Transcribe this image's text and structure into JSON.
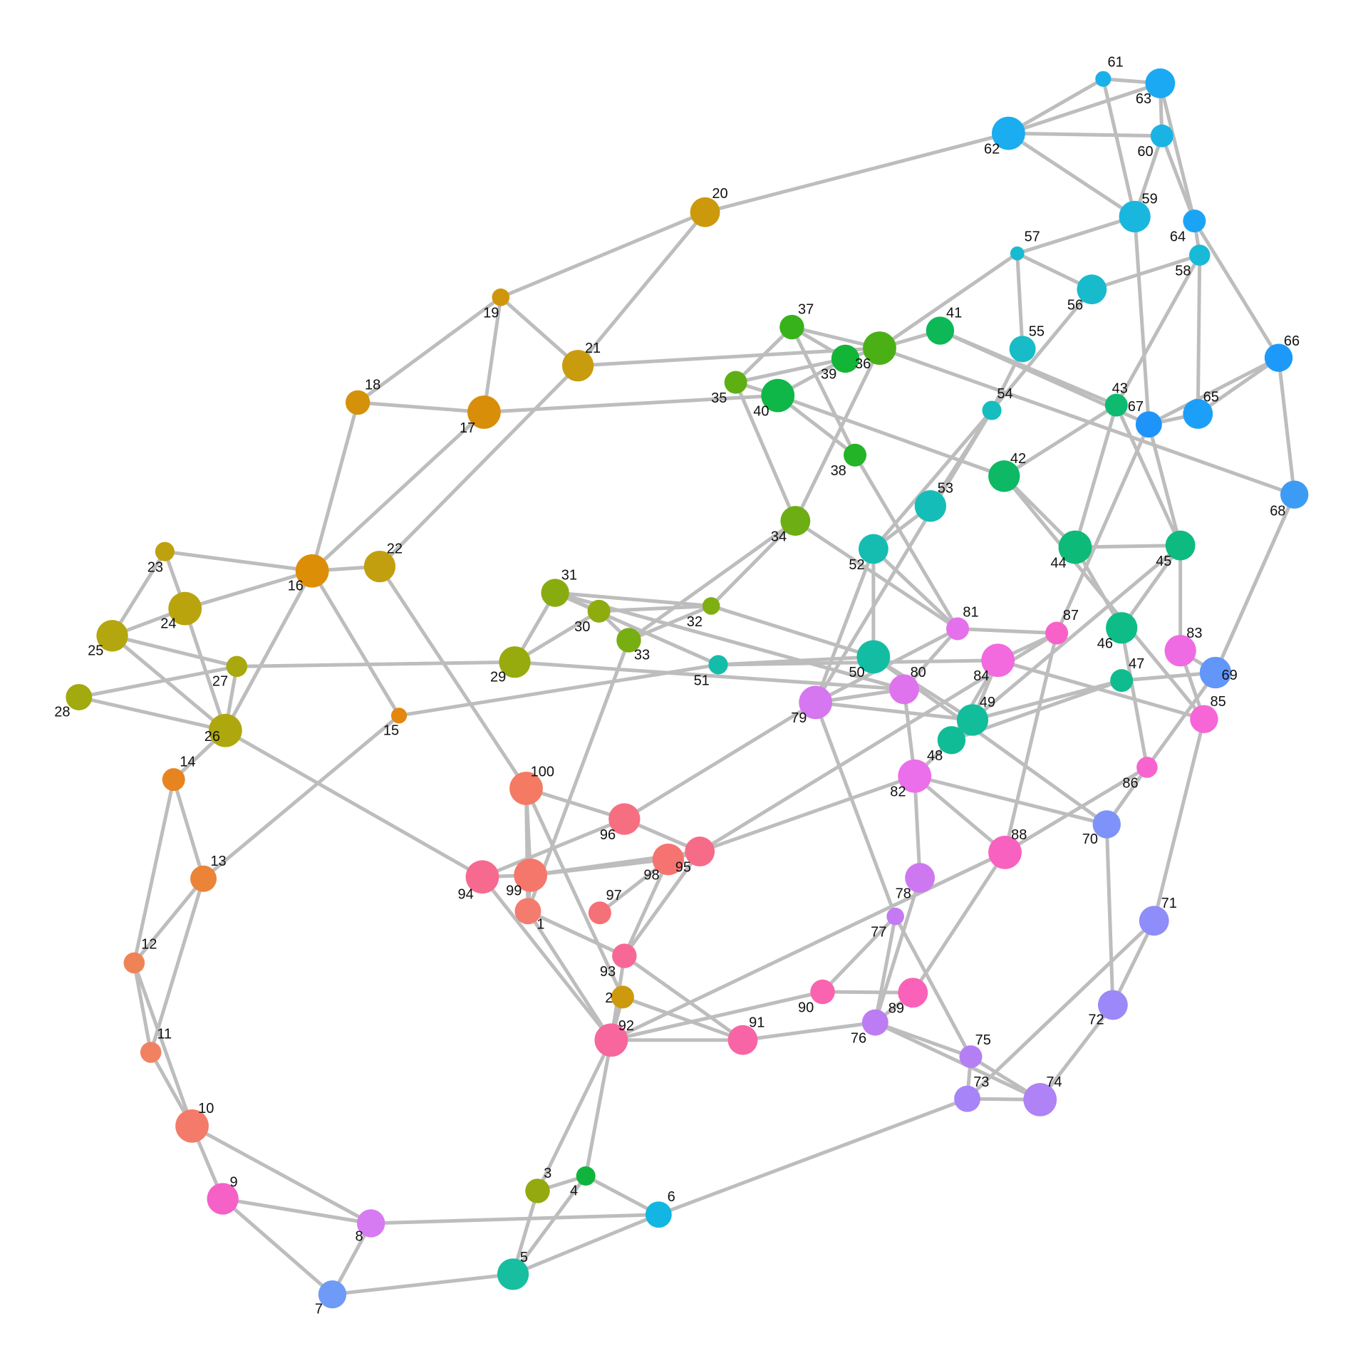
{
  "graph": {
    "nodes": [
      {
        "id": "1",
        "label": "1",
        "color": "#F47C6E"
      },
      {
        "id": "2",
        "label": "2",
        "color": "#CC9A0C"
      },
      {
        "id": "3",
        "label": "3",
        "color": "#93A90E"
      },
      {
        "id": "4",
        "label": "4",
        "color": "#10B43C"
      },
      {
        "id": "5",
        "label": "5",
        "color": "#17BFA0"
      },
      {
        "id": "6",
        "label": "6",
        "color": "#13B6E3"
      },
      {
        "id": "7",
        "label": "7",
        "color": "#6E9BF8"
      },
      {
        "id": "8",
        "label": "8",
        "color": "#D77BF3"
      },
      {
        "id": "9",
        "label": "9",
        "color": "#F561C7"
      },
      {
        "id": "10",
        "label": "10",
        "color": "#F47B6A"
      },
      {
        "id": "11",
        "label": "11",
        "color": "#F08261"
      },
      {
        "id": "12",
        "label": "12",
        "color": "#EE8456"
      },
      {
        "id": "13",
        "label": "13",
        "color": "#EB8338"
      },
      {
        "id": "14",
        "label": "14",
        "color": "#E8841F"
      },
      {
        "id": "15",
        "label": "15",
        "color": "#E4870E"
      },
      {
        "id": "16",
        "label": "16",
        "color": "#DD8E07"
      },
      {
        "id": "17",
        "label": "17",
        "color": "#D98E0A"
      },
      {
        "id": "18",
        "label": "18",
        "color": "#D4920A"
      },
      {
        "id": "19",
        "label": "19",
        "color": "#D0960B"
      },
      {
        "id": "20",
        "label": "20",
        "color": "#CC990C"
      },
      {
        "id": "21",
        "label": "21",
        "color": "#C89C0D"
      },
      {
        "id": "22",
        "label": "22",
        "color": "#C29F0E"
      },
      {
        "id": "23",
        "label": "23",
        "color": "#BEA10E"
      },
      {
        "id": "24",
        "label": "24",
        "color": "#B9A40E"
      },
      {
        "id": "25",
        "label": "25",
        "color": "#B3A60E"
      },
      {
        "id": "26",
        "label": "26",
        "color": "#AEA80E"
      },
      {
        "id": "27",
        "label": "27",
        "color": "#A7A90E"
      },
      {
        "id": "28",
        "label": "28",
        "color": "#A2AA0E"
      },
      {
        "id": "29",
        "label": "29",
        "color": "#97AB0F"
      },
      {
        "id": "30",
        "label": "30",
        "color": "#8FAC0F"
      },
      {
        "id": "31",
        "label": "31",
        "color": "#88AC10"
      },
      {
        "id": "32",
        "label": "32",
        "color": "#7FAE10"
      },
      {
        "id": "33",
        "label": "33",
        "color": "#77AE12"
      },
      {
        "id": "34",
        "label": "34",
        "color": "#6CAE14"
      },
      {
        "id": "35",
        "label": "35",
        "color": "#5EAF14"
      },
      {
        "id": "36",
        "label": "36",
        "color": "#4BB016"
      },
      {
        "id": "37",
        "label": "37",
        "color": "#38B21B"
      },
      {
        "id": "38",
        "label": "38",
        "color": "#23B428"
      },
      {
        "id": "39",
        "label": "39",
        "color": "#13B537"
      },
      {
        "id": "40",
        "label": "40",
        "color": "#0EB747"
      },
      {
        "id": "41",
        "label": "41",
        "color": "#0DB856"
      },
      {
        "id": "42",
        "label": "42",
        "color": "#0DB964"
      },
      {
        "id": "43",
        "label": "43",
        "color": "#0DBA6F"
      },
      {
        "id": "44",
        "label": "44",
        "color": "#0DBA78"
      },
      {
        "id": "45",
        "label": "45",
        "color": "#0DBB80"
      },
      {
        "id": "46",
        "label": "46",
        "color": "#0EBC88"
      },
      {
        "id": "47",
        "label": "47",
        "color": "#0FBC8F"
      },
      {
        "id": "48",
        "label": "48",
        "color": "#10BC96"
      },
      {
        "id": "49",
        "label": "49",
        "color": "#12BD9C"
      },
      {
        "id": "50",
        "label": "50",
        "color": "#13BDA3"
      },
      {
        "id": "51",
        "label": "51",
        "color": "#14BDAA"
      },
      {
        "id": "52",
        "label": "52",
        "color": "#15BDB1"
      },
      {
        "id": "53",
        "label": "53",
        "color": "#15BDB8"
      },
      {
        "id": "54",
        "label": "54",
        "color": "#16BDBF"
      },
      {
        "id": "55",
        "label": "55",
        "color": "#17BCC6"
      },
      {
        "id": "56",
        "label": "56",
        "color": "#18BBCC"
      },
      {
        "id": "57",
        "label": "57",
        "color": "#18BAD2"
      },
      {
        "id": "58",
        "label": "58",
        "color": "#19B9D8"
      },
      {
        "id": "59",
        "label": "59",
        "color": "#19B7DE"
      },
      {
        "id": "60",
        "label": "60",
        "color": "#1AB4E4"
      },
      {
        "id": "61",
        "label": "61",
        "color": "#1AB1EA"
      },
      {
        "id": "62",
        "label": "62",
        "color": "#1AADEF"
      },
      {
        "id": "63",
        "label": "63",
        "color": "#1BA9F3"
      },
      {
        "id": "64",
        "label": "64",
        "color": "#1BA4F6"
      },
      {
        "id": "65",
        "label": "65",
        "color": "#1C9FF8"
      },
      {
        "id": "66",
        "label": "66",
        "color": "#1D99FA"
      },
      {
        "id": "67",
        "label": "67",
        "color": "#1E94FB"
      },
      {
        "id": "68",
        "label": "68",
        "color": "#3C9CF5"
      },
      {
        "id": "69",
        "label": "69",
        "color": "#6296F8"
      },
      {
        "id": "70",
        "label": "70",
        "color": "#7E93F9"
      },
      {
        "id": "71",
        "label": "71",
        "color": "#8E8DF9"
      },
      {
        "id": "72",
        "label": "72",
        "color": "#9C88F8"
      },
      {
        "id": "73",
        "label": "73",
        "color": "#A784F8"
      },
      {
        "id": "74",
        "label": "74",
        "color": "#AF82F5"
      },
      {
        "id": "75",
        "label": "75",
        "color": "#B57FF4"
      },
      {
        "id": "76",
        "label": "76",
        "color": "#BC7DF4"
      },
      {
        "id": "77",
        "label": "77",
        "color": "#C47AF3"
      },
      {
        "id": "78",
        "label": "78",
        "color": "#CD78F1"
      },
      {
        "id": "79",
        "label": "79",
        "color": "#D676F0"
      },
      {
        "id": "80",
        "label": "80",
        "color": "#DF73EE"
      },
      {
        "id": "81",
        "label": "81",
        "color": "#E570EC"
      },
      {
        "id": "82",
        "label": "82",
        "color": "#EB6EEA"
      },
      {
        "id": "83",
        "label": "83",
        "color": "#EF6BE3"
      },
      {
        "id": "84",
        "label": "84",
        "color": "#F369DE"
      },
      {
        "id": "85",
        "label": "85",
        "color": "#F666D7"
      },
      {
        "id": "86",
        "label": "86",
        "color": "#F764CF"
      },
      {
        "id": "87",
        "label": "87",
        "color": "#F862C8"
      },
      {
        "id": "88",
        "label": "88",
        "color": "#F961C0"
      },
      {
        "id": "89",
        "label": "89",
        "color": "#F962B8"
      },
      {
        "id": "90",
        "label": "90",
        "color": "#F963B0"
      },
      {
        "id": "91",
        "label": "91",
        "color": "#F865A7"
      },
      {
        "id": "92",
        "label": "92",
        "color": "#F8669E"
      },
      {
        "id": "93",
        "label": "93",
        "color": "#F76897"
      },
      {
        "id": "94",
        "label": "94",
        "color": "#F76A8F"
      },
      {
        "id": "95",
        "label": "95",
        "color": "#F66C88"
      },
      {
        "id": "96",
        "label": "96",
        "color": "#F66F80"
      },
      {
        "id": "97",
        "label": "97",
        "color": "#F57178"
      },
      {
        "id": "98",
        "label": "98",
        "color": "#F57471"
      },
      {
        "id": "99",
        "label": "99",
        "color": "#F5776B"
      },
      {
        "id": "100",
        "label": "100",
        "color": "#F47A63"
      }
    ],
    "edges": [
      [
        "62",
        "61"
      ],
      [
        "62",
        "63"
      ],
      [
        "62",
        "60"
      ],
      [
        "62",
        "59"
      ],
      [
        "62",
        "20"
      ],
      [
        "61",
        "63"
      ],
      [
        "61",
        "59"
      ],
      [
        "63",
        "60"
      ],
      [
        "63",
        "64"
      ],
      [
        "60",
        "64"
      ],
      [
        "60",
        "59"
      ],
      [
        "64",
        "58"
      ],
      [
        "64",
        "66"
      ],
      [
        "58",
        "56"
      ],
      [
        "58",
        "43"
      ],
      [
        "58",
        "65"
      ],
      [
        "59",
        "57"
      ],
      [
        "59",
        "67"
      ],
      [
        "57",
        "55"
      ],
      [
        "57",
        "56"
      ],
      [
        "57",
        "36"
      ],
      [
        "56",
        "54"
      ],
      [
        "55",
        "54"
      ],
      [
        "54",
        "53"
      ],
      [
        "54",
        "52"
      ],
      [
        "54",
        "79"
      ],
      [
        "53",
        "52"
      ],
      [
        "66",
        "65"
      ],
      [
        "66",
        "67"
      ],
      [
        "66",
        "68"
      ],
      [
        "65",
        "67"
      ],
      [
        "68",
        "36"
      ],
      [
        "68",
        "69"
      ],
      [
        "67",
        "87"
      ],
      [
        "67",
        "45"
      ],
      [
        "43",
        "41"
      ],
      [
        "43",
        "44"
      ],
      [
        "43",
        "45"
      ],
      [
        "43",
        "42"
      ],
      [
        "42",
        "44"
      ],
      [
        "42",
        "85"
      ],
      [
        "44",
        "45"
      ],
      [
        "44",
        "46"
      ],
      [
        "45",
        "46"
      ],
      [
        "45",
        "49"
      ],
      [
        "45",
        "83"
      ],
      [
        "46",
        "86"
      ],
      [
        "47",
        "49"
      ],
      [
        "47",
        "69"
      ],
      [
        "47",
        "48"
      ],
      [
        "49",
        "84"
      ],
      [
        "49",
        "79"
      ],
      [
        "48",
        "82"
      ],
      [
        "48",
        "84"
      ],
      [
        "50",
        "52"
      ],
      [
        "50",
        "51"
      ],
      [
        "50",
        "49"
      ],
      [
        "50",
        "70"
      ],
      [
        "51",
        "15"
      ],
      [
        "51",
        "84"
      ],
      [
        "52",
        "79"
      ],
      [
        "52",
        "81"
      ],
      [
        "81",
        "87"
      ],
      [
        "81",
        "34"
      ],
      [
        "81",
        "80"
      ],
      [
        "81",
        "79"
      ],
      [
        "87",
        "84"
      ],
      [
        "87",
        "88"
      ],
      [
        "87",
        "95"
      ],
      [
        "83",
        "85"
      ],
      [
        "83",
        "69"
      ],
      [
        "84",
        "85"
      ],
      [
        "69",
        "86"
      ],
      [
        "69",
        "68"
      ],
      [
        "85",
        "71"
      ],
      [
        "86",
        "88"
      ],
      [
        "86",
        "70"
      ],
      [
        "70",
        "82"
      ],
      [
        "70",
        "72"
      ],
      [
        "71",
        "72"
      ],
      [
        "71",
        "73"
      ],
      [
        "72",
        "74"
      ],
      [
        "73",
        "74"
      ],
      [
        "73",
        "6"
      ],
      [
        "73",
        "75"
      ],
      [
        "75",
        "74"
      ],
      [
        "75",
        "76"
      ],
      [
        "75",
        "77"
      ],
      [
        "74",
        "76"
      ],
      [
        "80",
        "82"
      ],
      [
        "80",
        "79"
      ],
      [
        "80",
        "29"
      ],
      [
        "80",
        "31"
      ],
      [
        "82",
        "95"
      ],
      [
        "82",
        "78"
      ],
      [
        "82",
        "88"
      ],
      [
        "78",
        "76"
      ],
      [
        "77",
        "76"
      ],
      [
        "77",
        "79"
      ],
      [
        "76",
        "89"
      ],
      [
        "76",
        "91"
      ],
      [
        "89",
        "90"
      ],
      [
        "89",
        "88"
      ],
      [
        "90",
        "92"
      ],
      [
        "90",
        "77"
      ],
      [
        "88",
        "92"
      ],
      [
        "79",
        "96"
      ],
      [
        "96",
        "95"
      ],
      [
        "96",
        "94"
      ],
      [
        "96",
        "100"
      ],
      [
        "95",
        "99"
      ],
      [
        "95",
        "93"
      ],
      [
        "95",
        "98"
      ],
      [
        "98",
        "99"
      ],
      [
        "98",
        "97"
      ],
      [
        "98",
        "93"
      ],
      [
        "99",
        "94"
      ],
      [
        "99",
        "100"
      ],
      [
        "99",
        "1"
      ],
      [
        "100",
        "22"
      ],
      [
        "100",
        "2"
      ],
      [
        "100",
        "1"
      ],
      [
        "1",
        "93"
      ],
      [
        "1",
        "92"
      ],
      [
        "1",
        "33"
      ],
      [
        "94",
        "26"
      ],
      [
        "94",
        "92"
      ],
      [
        "93",
        "92"
      ],
      [
        "93",
        "91"
      ],
      [
        "2",
        "92"
      ],
      [
        "2",
        "91"
      ],
      [
        "91",
        "92"
      ],
      [
        "92",
        "3"
      ],
      [
        "92",
        "4"
      ],
      [
        "3",
        "5"
      ],
      [
        "3",
        "4"
      ],
      [
        "4",
        "6"
      ],
      [
        "4",
        "5"
      ],
      [
        "5",
        "6"
      ],
      [
        "5",
        "7"
      ],
      [
        "6",
        "8"
      ],
      [
        "8",
        "7"
      ],
      [
        "8",
        "9"
      ],
      [
        "8",
        "10"
      ],
      [
        "7",
        "9"
      ],
      [
        "9",
        "10"
      ],
      [
        "10",
        "11"
      ],
      [
        "10",
        "12"
      ],
      [
        "11",
        "12"
      ],
      [
        "11",
        "13"
      ],
      [
        "12",
        "13"
      ],
      [
        "12",
        "14"
      ],
      [
        "13",
        "14"
      ],
      [
        "13",
        "15"
      ],
      [
        "14",
        "26"
      ],
      [
        "15",
        "16"
      ],
      [
        "16",
        "22"
      ],
      [
        "16",
        "23"
      ],
      [
        "16",
        "24"
      ],
      [
        "16",
        "18"
      ],
      [
        "16",
        "17"
      ],
      [
        "16",
        "26"
      ],
      [
        "17",
        "19"
      ],
      [
        "17",
        "18"
      ],
      [
        "17",
        "40"
      ],
      [
        "18",
        "19"
      ],
      [
        "19",
        "21"
      ],
      [
        "19",
        "20"
      ],
      [
        "20",
        "21"
      ],
      [
        "21",
        "36"
      ],
      [
        "21",
        "22"
      ],
      [
        "23",
        "24"
      ],
      [
        "23",
        "25"
      ],
      [
        "24",
        "25"
      ],
      [
        "24",
        "26"
      ],
      [
        "25",
        "26"
      ],
      [
        "25",
        "27"
      ],
      [
        "26",
        "27"
      ],
      [
        "26",
        "28"
      ],
      [
        "27",
        "28"
      ],
      [
        "27",
        "29"
      ],
      [
        "29",
        "31"
      ],
      [
        "29",
        "30"
      ],
      [
        "31",
        "30"
      ],
      [
        "31",
        "32"
      ],
      [
        "31",
        "51"
      ],
      [
        "30",
        "32"
      ],
      [
        "30",
        "33"
      ],
      [
        "33",
        "32"
      ],
      [
        "33",
        "34"
      ],
      [
        "32",
        "34"
      ],
      [
        "32",
        "50"
      ],
      [
        "34",
        "35"
      ],
      [
        "34",
        "36"
      ],
      [
        "35",
        "37"
      ],
      [
        "35",
        "40"
      ],
      [
        "35",
        "39"
      ],
      [
        "37",
        "36"
      ],
      [
        "37",
        "39"
      ],
      [
        "37",
        "38"
      ],
      [
        "38",
        "40"
      ],
      [
        "38",
        "81"
      ],
      [
        "39",
        "36"
      ],
      [
        "39",
        "40"
      ],
      [
        "40",
        "42"
      ],
      [
        "36",
        "41"
      ],
      [
        "41",
        "67"
      ]
    ]
  }
}
